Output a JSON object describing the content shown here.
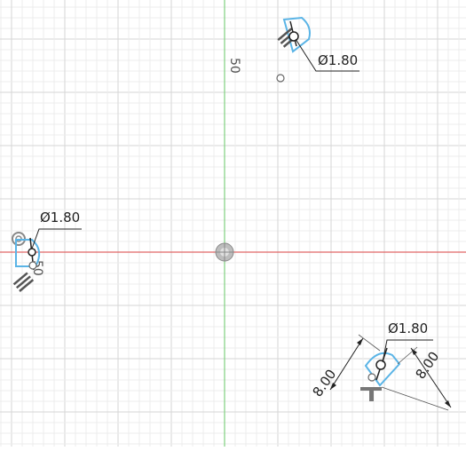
{
  "colors": {
    "background": "#ffffff",
    "grid_minor": "#ececec",
    "grid_major": "#d6d6d6",
    "x_axis": "#e06666",
    "y_axis": "#7fd07f",
    "sketch_profile": "#5ab4e6",
    "constraint": "#333333"
  },
  "axis_labels": {
    "y_axis_tick": "50",
    "x_axis_tick": "50"
  },
  "dimensions": {
    "top_hole_diameter": "Ø1.80",
    "left_hole_diameter": "Ø1.80",
    "bottom_right_hole_diameter": "Ø1.80",
    "bottom_right_left_length": "8.00",
    "bottom_right_right_length": "8.00"
  },
  "icons": {
    "origin": "origin-point-icon",
    "constraint": "coincident-constraint-icon"
  }
}
